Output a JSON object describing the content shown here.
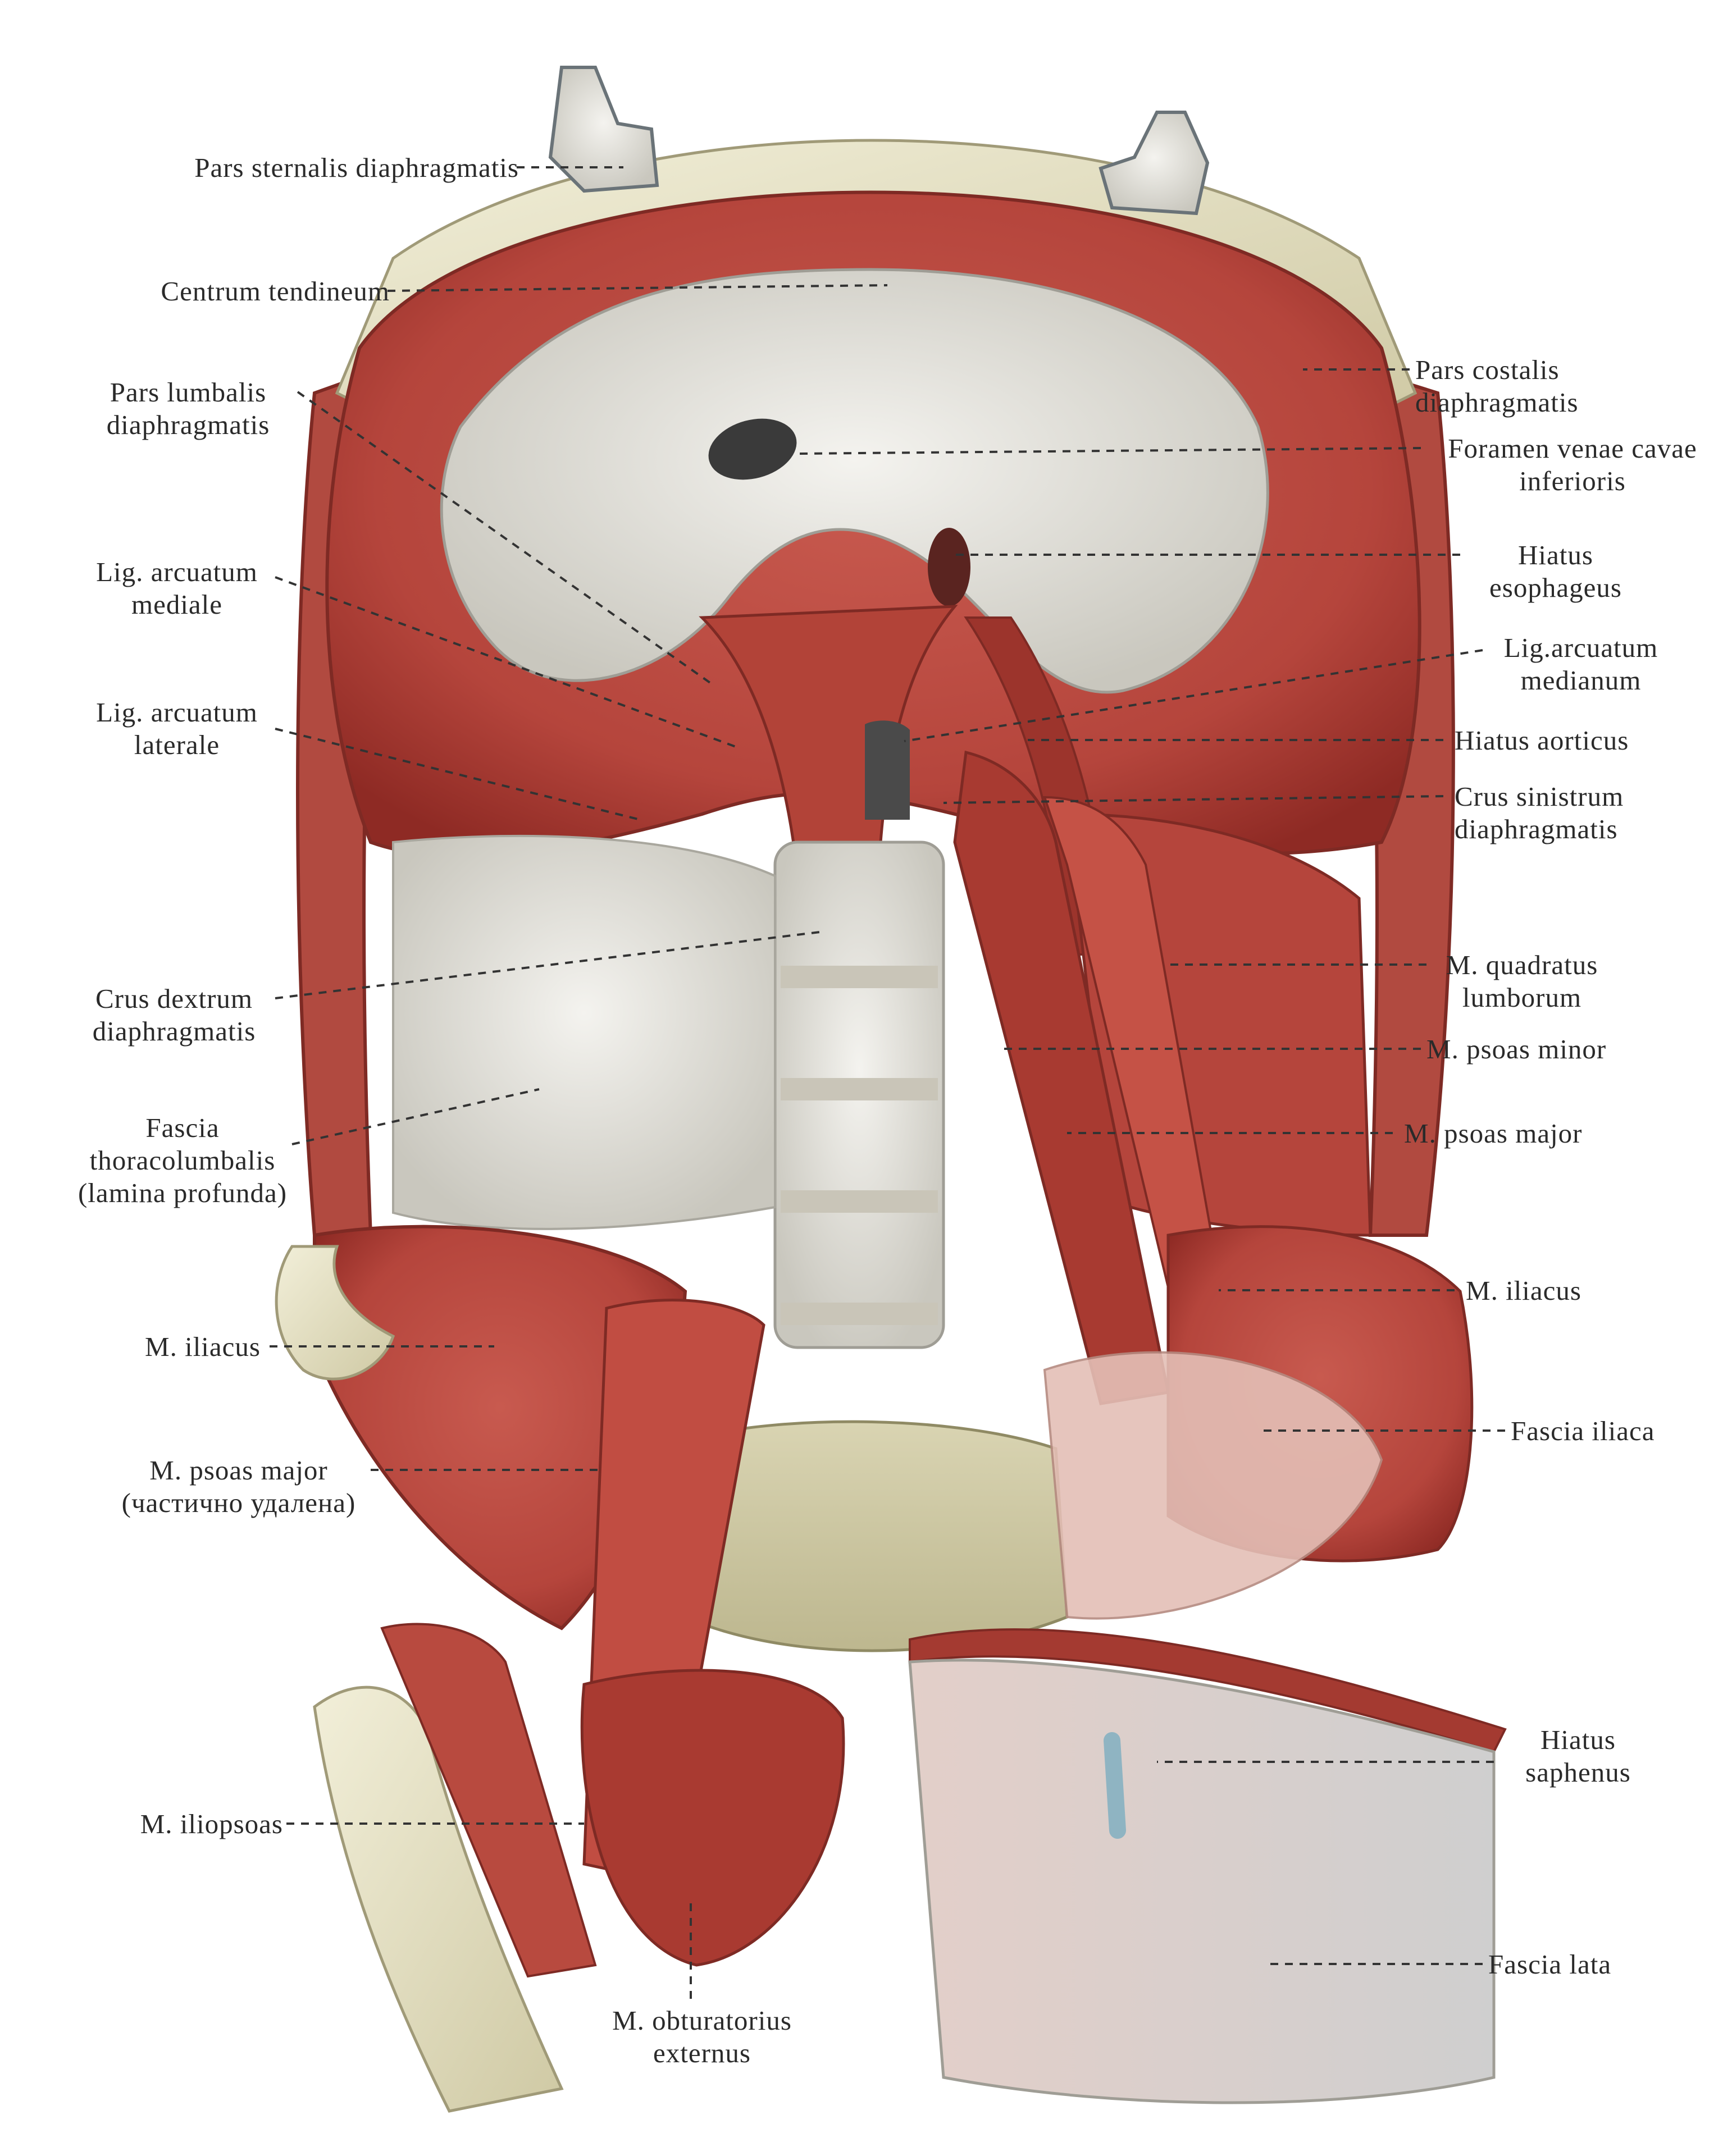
{
  "figure": {
    "labels_left": [
      {
        "id": "pars-sternalis",
        "lines": [
          "Pars sternalis diaphragmatis"
        ]
      },
      {
        "id": "centrum-tendineum",
        "lines": [
          "Centrum tendineum"
        ]
      },
      {
        "id": "pars-lumbalis",
        "lines": [
          "Pars lumbalis",
          "diaphragmatis"
        ]
      },
      {
        "id": "lig-arcuatum-mediale",
        "lines": [
          "Lig. arcuatum",
          "mediale"
        ]
      },
      {
        "id": "lig-arcuatum-laterale",
        "lines": [
          "Lig. arcuatum",
          "laterale"
        ]
      },
      {
        "id": "crus-dextrum",
        "lines": [
          "Crus dextrum",
          "diaphragmatis"
        ]
      },
      {
        "id": "fascia-thoracolumbalis",
        "lines": [
          "Fascia",
          "thoracolumbalis",
          "(lamina profunda)"
        ]
      },
      {
        "id": "m-iliacus-left",
        "lines": [
          "M. iliacus"
        ]
      },
      {
        "id": "m-psoas-major-left",
        "lines": [
          "M. psoas major",
          "(частично удалена)"
        ]
      },
      {
        "id": "m-iliopsoas",
        "lines": [
          "M. iliopsoas"
        ]
      }
    ],
    "labels_right": [
      {
        "id": "pars-costalis",
        "lines": [
          "Pars costalis",
          "diaphragmatis"
        ]
      },
      {
        "id": "foramen-venae-cavae",
        "lines": [
          "Foramen venae cavae",
          "inferioris"
        ]
      },
      {
        "id": "hiatus-esophageus",
        "lines": [
          "Hiatus",
          "esophageus"
        ]
      },
      {
        "id": "lig-arcuatum-medianum",
        "lines": [
          "Lig.arcuatum",
          "medianum"
        ]
      },
      {
        "id": "hiatus-aorticus",
        "lines": [
          "Hiatus aorticus"
        ]
      },
      {
        "id": "crus-sinistrum",
        "lines": [
          "Crus sinistrum",
          "diaphragmatis"
        ]
      },
      {
        "id": "m-quadratus-lumborum",
        "lines": [
          "M. quadratus",
          "lumborum"
        ]
      },
      {
        "id": "m-psoas-minor",
        "lines": [
          "M. psoas minor"
        ]
      },
      {
        "id": "m-psoas-major-right",
        "lines": [
          "M. psoas major"
        ]
      },
      {
        "id": "m-iliacus-right",
        "lines": [
          "M. iliacus"
        ]
      },
      {
        "id": "fascia-iliaca",
        "lines": [
          "Fascia iliaca"
        ]
      },
      {
        "id": "hiatus-saphenus",
        "lines": [
          "Hiatus",
          "saphenus"
        ]
      },
      {
        "id": "fascia-lata",
        "lines": [
          "Fascia lata"
        ]
      }
    ],
    "labels_bottom": [
      {
        "id": "m-obturatorius-externus",
        "lines": [
          "M. obturatorius",
          "externus"
        ]
      }
    ],
    "colors": {
      "muscle": "#b5453c",
      "muscle_dark": "#8e2a24",
      "muscle_light": "#d98a7c",
      "tendon": "#e4e2dc",
      "tendon_shadow": "#b9b7ae",
      "bone": "#e8e4c8",
      "background": "#ffffff",
      "leader": "#333333",
      "text": "#2a2a2a",
      "retractor": "#a8b4b8"
    }
  }
}
